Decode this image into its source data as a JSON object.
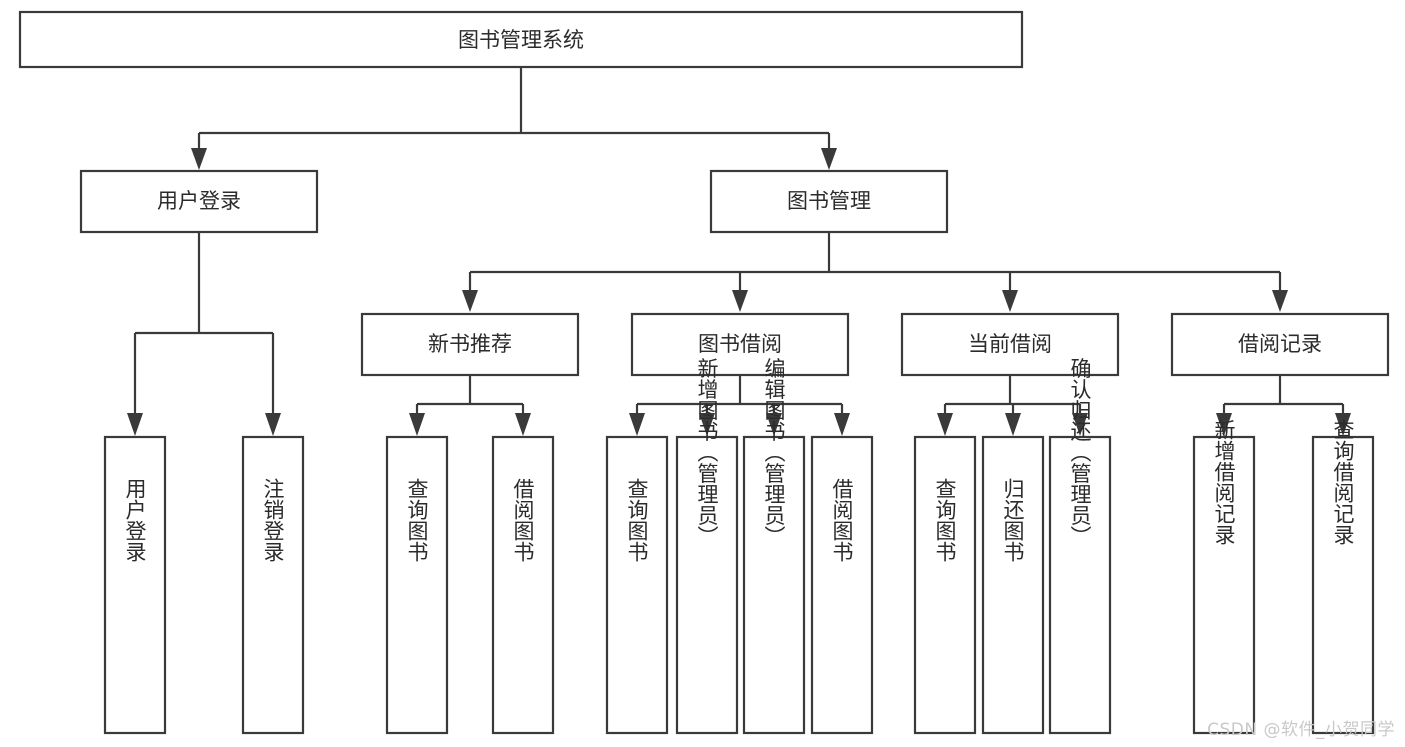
{
  "diagram": {
    "title": "图书管理系统",
    "type": "hierarchy-tree",
    "colors": {
      "box_stroke": "#3a3a3a",
      "box_fill": "#ffffff",
      "text": "#2b2b2b",
      "connector": "#3a3a3a",
      "watermark": "#c9c9c9",
      "background": "#ffffff"
    },
    "root": {
      "label": "图书管理系统"
    },
    "level2": [
      {
        "label": "用户登录"
      },
      {
        "label": "图书管理"
      }
    ],
    "level3": [
      {
        "label": "新书推荐"
      },
      {
        "label": "图书借阅"
      },
      {
        "label": "当前借阅"
      },
      {
        "label": "借阅记录"
      }
    ],
    "leaves": {
      "user_login": [
        {
          "label": "用户登录"
        },
        {
          "label": "注销登录"
        }
      ],
      "new_book_recommend": [
        {
          "label": "查询图书"
        },
        {
          "label": "借阅图书"
        }
      ],
      "book_borrow": [
        {
          "label": "查询图书"
        },
        {
          "label": "新增图书（管理员）"
        },
        {
          "label": "编辑图书（管理员）"
        },
        {
          "label": "借阅图书"
        }
      ],
      "current_borrow": [
        {
          "label": "查询图书"
        },
        {
          "label": "归还图书"
        },
        {
          "label": "确认归还（管理员）"
        }
      ],
      "borrow_record": [
        {
          "label": "新增借阅记录"
        },
        {
          "label": "查询借阅记录"
        }
      ]
    }
  },
  "watermark": {
    "text": "CSDN @软件_小贺同学"
  }
}
